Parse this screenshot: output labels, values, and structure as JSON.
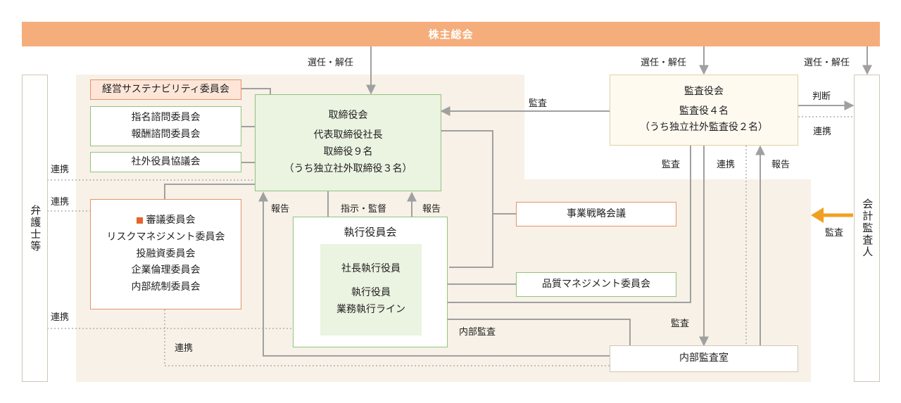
{
  "banner": {
    "shareholders": "株主総会"
  },
  "boxes": {
    "sustainability": "経営サステナビリティ委員会",
    "nomination": [
      "指名諮問委員会",
      "報酬諮問委員会"
    ],
    "outside_officers": "社外役員協議会",
    "board": [
      "取締役会",
      "代表取締役社長",
      "取締役９名",
      "（うち独立社外取締役３名）"
    ],
    "auditors": [
      "監査役会",
      "監査役４名",
      "（うち独立社外監査役２名）"
    ],
    "committees": [
      "審議委員会",
      "リスクマネジメント委員会",
      "投融資委員会",
      "企業倫理委員会",
      "内部統制委員会"
    ],
    "executive_board": "執行役員会",
    "president": "社長執行役員",
    "exec_line": [
      "執行役員",
      "業務執行ライン"
    ],
    "strategy": "事業戦略会議",
    "quality": "品質マネジメント委員会",
    "internal_audit": "内部監査室",
    "lawyers": "弁護士等",
    "accounting_auditor": "会計監査人"
  },
  "labels": {
    "elect1": "選任・解任",
    "elect2": "選任・解任",
    "elect3": "選任・解任",
    "audit_board": "監査",
    "judgment": "判断",
    "coop_right": "連携",
    "audit_left": "監査",
    "coop_mid": "連携",
    "report_right": "報告",
    "coop_l1": "連携",
    "coop_l2": "連携",
    "coop_l3": "連携",
    "coop_bottom": "連携",
    "report_left": "報告",
    "instruct": "指示・監督",
    "report_exec": "報告",
    "internal_audit_lbl": "内部監査",
    "audit_internal": "監査",
    "audit_accountant": "監査"
  },
  "colors": {
    "banner": "#f5ad7c",
    "arrow": "#f0a020",
    "line": "#a0a0a0",
    "region": "#f7f1e7"
  }
}
